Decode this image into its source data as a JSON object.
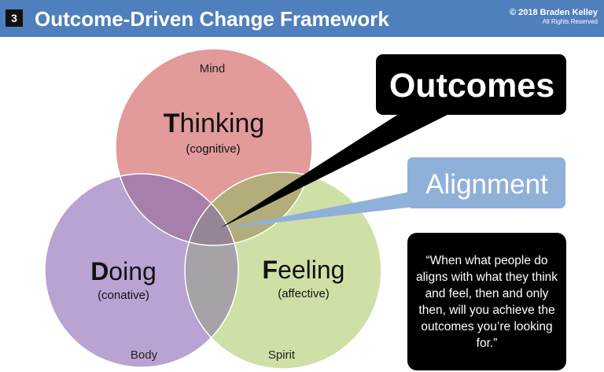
{
  "header": {
    "number": "3",
    "title": "Outcome-Driven Change Framework",
    "copyright": "© 2018 Braden Kelley",
    "rights": "All Rights Reserved"
  },
  "diagram": {
    "circles": [
      {
        "id": "thinking",
        "first_letter": "T",
        "rest": "hinking",
        "subtitle": "(cognitive)",
        "outer_label": "Mind",
        "color": "#e29a9a"
      },
      {
        "id": "doing",
        "first_letter": "D",
        "rest": "oing",
        "subtitle": "(conative)",
        "outer_label": "Body",
        "color": "#b9a3d2"
      },
      {
        "id": "feeling",
        "first_letter": "F",
        "rest": "eeling",
        "subtitle": "(affective)",
        "outer_label": "Spirit",
        "color": "#cfe0a6"
      }
    ],
    "callouts": {
      "outcomes": {
        "label": "Outcomes",
        "color": "#000000"
      },
      "alignment": {
        "label": "Alignment",
        "color": "#8fb0d9"
      }
    },
    "quote": "“When what people do aligns with what they think and feel, then and only then, will you achieve the outcomes you’re looking for.”"
  },
  "colors": {
    "header_bg": "#4f7fbd",
    "overlap_thinking_doing": "#a67faa",
    "overlap_thinking_feeling": "#b2ad7a",
    "overlap_doing_feeling": "#a6a2a8",
    "overlap_center": "#968594"
  }
}
